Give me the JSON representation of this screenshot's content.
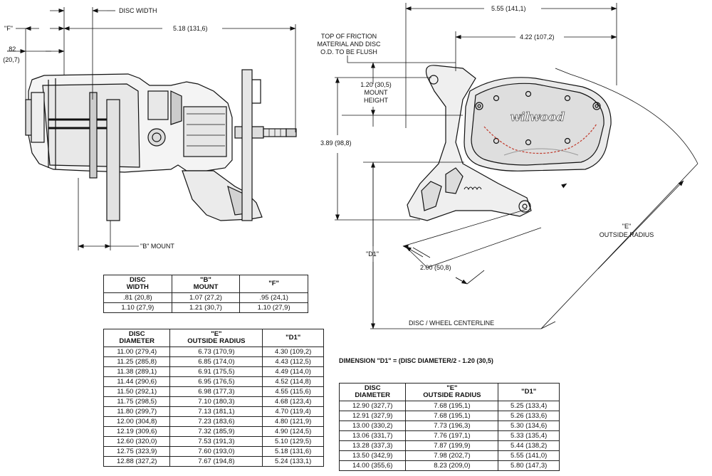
{
  "side_view": {
    "f_label": "\"F\"",
    "disc_width_label": "DISC WIDTH",
    "overall_width": "5.18 (131,6)",
    "offset_in": ".82",
    "offset_mm": "(20,7)",
    "b_mount_label": "\"B\" MOUNT"
  },
  "front_view": {
    "overall_width": "5.55 (141,1)",
    "mount_width": "4.22 (107,2)",
    "flush_note": [
      "TOP OF FRICTION",
      "MATERIAL AND DISC",
      "O.D. TO BE FLUSH"
    ],
    "mount_height": [
      "1.20 (30,5)",
      "MOUNT",
      "HEIGHT"
    ],
    "height": "3.89 (98,8)",
    "d1_label": "\"D1\"",
    "mount_spacing": "2.00 (50,8)",
    "e_label": [
      "\"E\"",
      "OUTSIDE RADIUS"
    ],
    "centerline_label": "DISC / WHEEL CENTERLINE",
    "brand": "wilwood"
  },
  "formula": "DIMENSION \"D1\" = (DISC DIAMETER/2 - 1.20 (30,5)",
  "table_b": {
    "headers": [
      [
        "DISC",
        "WIDTH"
      ],
      [
        "\"B\"",
        "MOUNT"
      ],
      [
        "\"F\""
      ]
    ],
    "rows": [
      [
        ".81  (20,8)",
        "1.07  (27,2)",
        ".95  (24,1)"
      ],
      [
        "1.10  (27,9)",
        "1.21  (30,7)",
        "1.10  (27,9)"
      ]
    ]
  },
  "table_d1": {
    "headers": [
      [
        "DISC",
        "DIAMETER"
      ],
      [
        "\"E\"",
        "OUTSIDE RADIUS"
      ],
      [
        "\"D1\""
      ]
    ],
    "rows": [
      [
        "11.00  (279,4)",
        "6.73  (170,9)",
        "4.30  (109,2)"
      ],
      [
        "11.25  (285,8)",
        "6.85  (174,0)",
        "4.43  (112,5)"
      ],
      [
        "11.38  (289,1)",
        "6.91  (175,5)",
        "4.49  (114,0)"
      ],
      [
        "11.44  (290,6)",
        "6.95  (176,5)",
        "4.52  (114,8)"
      ],
      [
        "11.50  (292,1)",
        "6.98  (177,3)",
        "4.55  (115,6)"
      ],
      [
        "11.75  (298,5)",
        "7.10  (180,3)",
        "4.68  (123,4)"
      ],
      [
        "11.80  (299,7)",
        "7.13  (181,1)",
        "4.70  (119,4)"
      ],
      [
        "12.00  (304,8)",
        "7.23  (183,6)",
        "4.80  (121,9)"
      ],
      [
        "12.19  (309,6)",
        "7.32  (185,9)",
        "4.90  (124,5)"
      ],
      [
        "12.60  (320,0)",
        "7.53  (191,3)",
        "5.10  (129,5)"
      ],
      [
        "12.75  (323,9)",
        "7.60  (193,0)",
        "5.18  (131,6)"
      ],
      [
        "12.88  (327,2)",
        "7.67  (194,8)",
        "5.24  (133,1)"
      ]
    ]
  },
  "table_d2": {
    "headers": [
      [
        "DISC",
        "DIAMETER"
      ],
      [
        "\"E\"",
        "OUTSIDE RADIUS"
      ],
      [
        "\"D1\""
      ]
    ],
    "rows": [
      [
        "12.90  (327,7)",
        "7.68  (195,1)",
        "5.25  (133,4)"
      ],
      [
        "12.91  (327,9)",
        "7.68  (195,1)",
        "5.26  (133,6)"
      ],
      [
        "13.00  (330,2)",
        "7.73  (196,3)",
        "5.30  (134,6)"
      ],
      [
        "13.06  (331,7)",
        "7.76  (197,1)",
        "5.33  (135,4)"
      ],
      [
        "13.28  (337,3)",
        "7.87  (199,9)",
        "5.44  (138,2)"
      ],
      [
        "13.50  (342,9)",
        "7.98  (202,7)",
        "5.55  (141,0)"
      ],
      [
        "14.00  (355,6)",
        "8.23  (209,0)",
        "5.80  (147,3)"
      ]
    ]
  }
}
